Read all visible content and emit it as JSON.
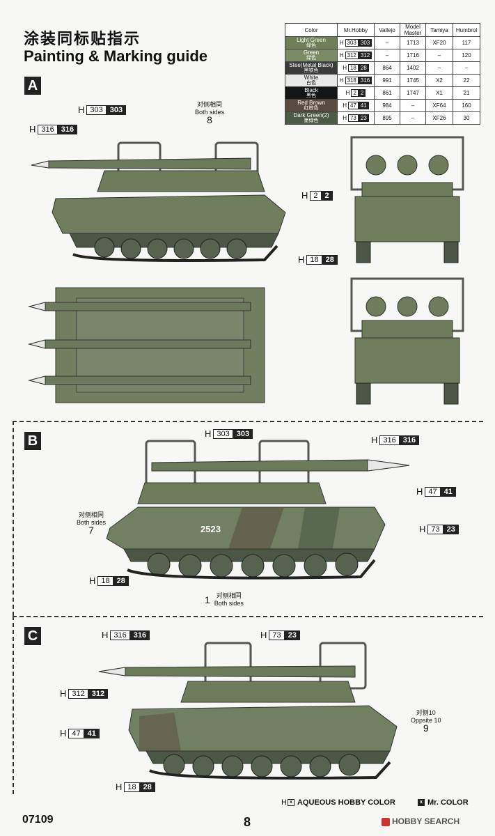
{
  "header": {
    "title_cn": "涂装同标贴指示",
    "title_en": "Painting & Marking guide"
  },
  "color_table": {
    "headers": [
      "Color",
      "Mr.Hobby",
      "Vallejo",
      "Model Master",
      "Tamiya",
      "Humbrol"
    ],
    "rows": [
      {
        "name": "Light Green",
        "cn": "绿色",
        "h": "303",
        "m": "303",
        "vallejo": "–",
        "mm": "1713",
        "tamiya": "XF20",
        "humbrol": "117",
        "color": "#6f7f57"
      },
      {
        "name": "Green",
        "cn": "绿色",
        "h": "312",
        "m": "312",
        "vallejo": "–",
        "mm": "1716",
        "tamiya": "–",
        "humbrol": "120",
        "color": "#7a8a64"
      },
      {
        "name": "Stee(Metal Black)",
        "cn": "黑铁色",
        "h": "18",
        "m": "28",
        "vallejo": "864",
        "mm": "1402",
        "tamiya": "–",
        "humbrol": "–",
        "color": "#3a3a3a"
      },
      {
        "name": "White",
        "cn": "白色",
        "h": "318",
        "m": "316",
        "vallejo": "991",
        "mm": "1745",
        "tamiya": "X2",
        "humbrol": "22",
        "color": "#e8e8e8"
      },
      {
        "name": "Black",
        "cn": "黑色",
        "h": "2",
        "m": "2",
        "vallejo": "861",
        "mm": "1747",
        "tamiya": "X1",
        "humbrol": "21",
        "color": "#151515"
      },
      {
        "name": "Red Brown",
        "cn": "红棕色",
        "h": "47",
        "m": "41",
        "vallejo": "984",
        "mm": "–",
        "tamiya": "XF64",
        "humbrol": "160",
        "color": "#5a4a40"
      },
      {
        "name": "Dark Green(2)",
        "cn": "墨绿色",
        "h": "73",
        "m": "23",
        "vallejo": "895",
        "mm": "–",
        "tamiya": "XF26",
        "humbrol": "30",
        "color": "#4a5a44"
      }
    ]
  },
  "sections": {
    "a": {
      "letter": "A",
      "callouts": {
        "top_303": {
          "h": "303",
          "m": "303"
        },
        "left_316": {
          "h": "316",
          "m": "316"
        },
        "black_2": {
          "h": "2",
          "m": "2"
        },
        "track_18": {
          "h": "18",
          "m": "28"
        }
      },
      "decal": {
        "cn": "对侧相同",
        "en": "Both sides",
        "num": "8"
      }
    },
    "b": {
      "letter": "B",
      "callouts": {
        "top_303": {
          "h": "303",
          "m": "303"
        },
        "right_316": {
          "h": "316",
          "m": "316"
        },
        "red_47": {
          "h": "47",
          "m": "41"
        },
        "dark_73": {
          "h": "73",
          "m": "23"
        },
        "track_18": {
          "h": "18",
          "m": "28"
        }
      },
      "decal_left": {
        "cn": "对侧相同",
        "en": "Both sides",
        "num": "7"
      },
      "decal_bottom": {
        "num": "1",
        "cn": "对侧相同",
        "en": "Both sides"
      },
      "hull_number": "2523"
    },
    "c": {
      "letter": "C",
      "callouts": {
        "top_316": {
          "h": "316",
          "m": "316"
        },
        "top_73": {
          "h": "73",
          "m": "23"
        },
        "left_312": {
          "h": "312",
          "m": "312"
        },
        "left_47": {
          "h": "47",
          "m": "41"
        },
        "track_18": {
          "h": "18",
          "m": "28"
        }
      },
      "decal": {
        "cn": "对侧10",
        "en": "Oppsite 10",
        "num": "9"
      }
    }
  },
  "legend": {
    "aqueous_label": "AQUEOUS HOBBY COLOR",
    "aqueous_symbol": "H",
    "mr_label": "Mr. COLOR"
  },
  "footer": {
    "code": "07109",
    "page": "8",
    "watermark": "HOBBY SEARCH"
  }
}
